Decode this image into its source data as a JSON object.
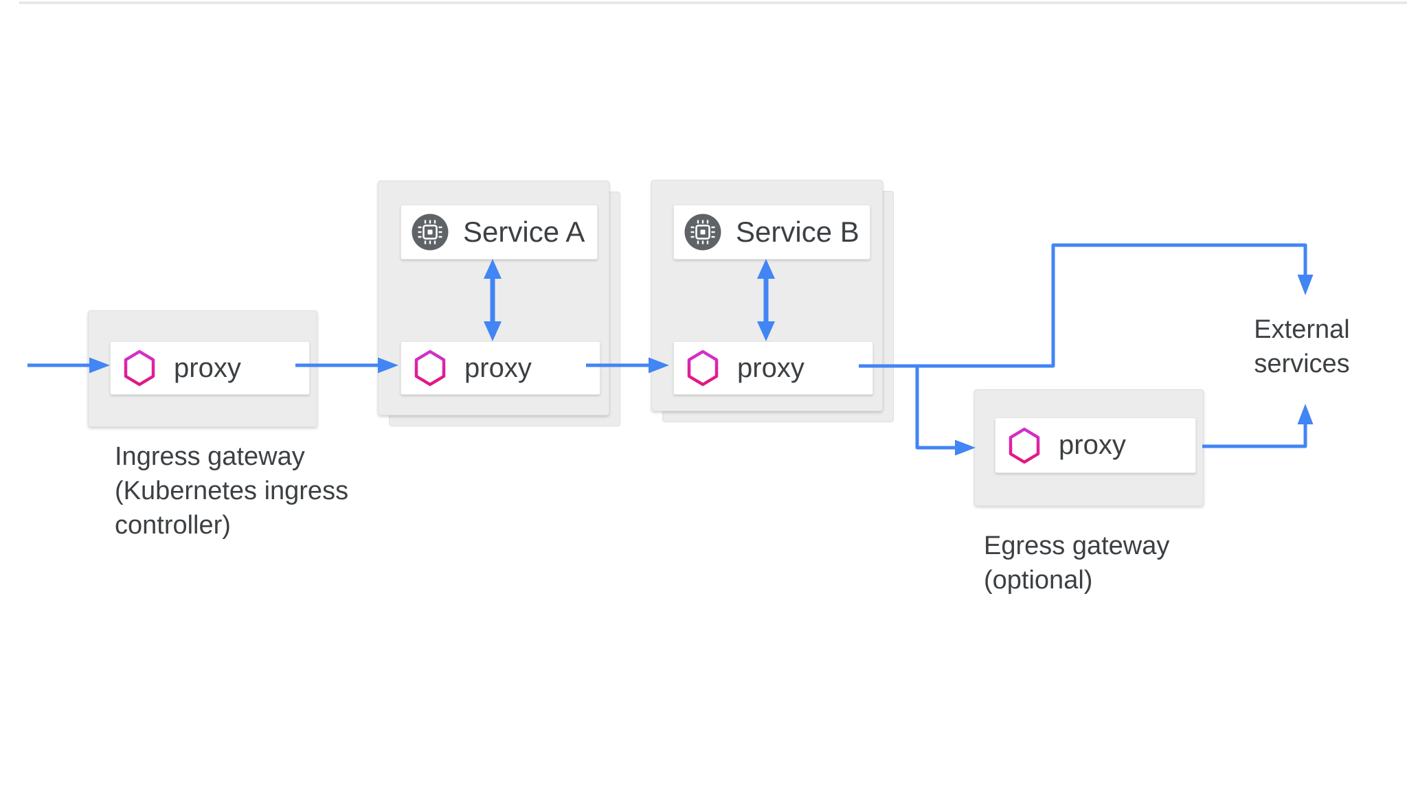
{
  "colors": {
    "arrow-blue": "#4285f4",
    "hexagon-top": "#cf33cf",
    "hexagon-bottom": "#e0187e",
    "service-icon-gray": "#5f6368",
    "card-gray": "#ececec",
    "text-dark": "#3c4043",
    "top-border": "#e8e8e8"
  },
  "icons": {
    "proxy_icon": "hexagon-proxy-icon",
    "service_icon": "cpu-chip-icon"
  },
  "nodes": {
    "ingress": {
      "proxy_label": "proxy",
      "caption": "Ingress gateway\n(Kubernetes ingress\ncontroller)"
    },
    "service_a": {
      "title": "Service A",
      "proxy_label": "proxy"
    },
    "service_b": {
      "title": "Service B",
      "proxy_label": "proxy"
    },
    "egress": {
      "proxy_label": "proxy",
      "caption": "Egress gateway\n(optional)"
    },
    "external": {
      "label": "External\nservices"
    }
  }
}
